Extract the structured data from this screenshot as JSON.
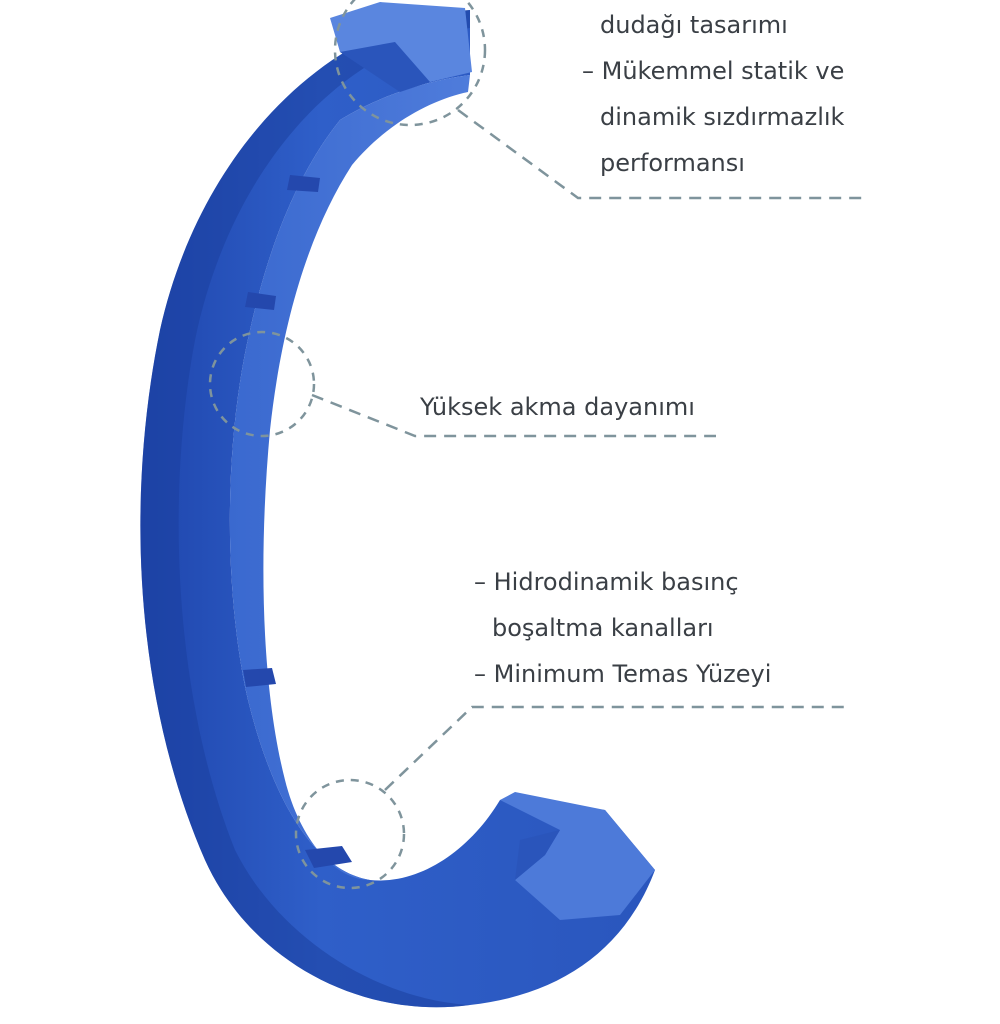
{
  "colors": {
    "seal_base": "#2f5fc9",
    "seal_dark": "#1e43a8",
    "seal_light": "#4d7ad9",
    "callout_line": "#7f949c",
    "text": "#3a3f45",
    "background": "#ffffff"
  },
  "callouts": {
    "top": {
      "lines": [
        "dudağı tasarımı",
        "– Mükemmel statik ve",
        "dinamik sızdırmazlık",
        "performansı"
      ]
    },
    "middle": {
      "lines": [
        "Yüksek akma dayanımı"
      ]
    },
    "bottom": {
      "lines": [
        "– Hidrodinamik basınç",
        "boşaltma kanalları",
        "– Minimum Temas Yüzeyi"
      ]
    }
  }
}
